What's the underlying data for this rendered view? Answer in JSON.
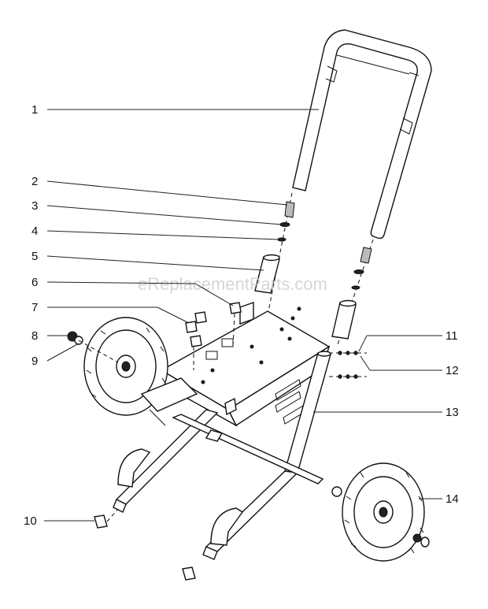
{
  "watermark": "eReplacementParts.com",
  "callouts": [
    {
      "id": "c1",
      "label": "1"
    },
    {
      "id": "c2",
      "label": "2"
    },
    {
      "id": "c3",
      "label": "3"
    },
    {
      "id": "c4",
      "label": "4"
    },
    {
      "id": "c5",
      "label": "5"
    },
    {
      "id": "c6",
      "label": "6"
    },
    {
      "id": "c7",
      "label": "7"
    },
    {
      "id": "c8",
      "label": "8"
    },
    {
      "id": "c9",
      "label": "9"
    },
    {
      "id": "c10",
      "label": "10"
    },
    {
      "id": "c11",
      "label": "11"
    },
    {
      "id": "c12",
      "label": "12"
    },
    {
      "id": "c13",
      "label": "13"
    },
    {
      "id": "c14",
      "label": "14"
    }
  ]
}
